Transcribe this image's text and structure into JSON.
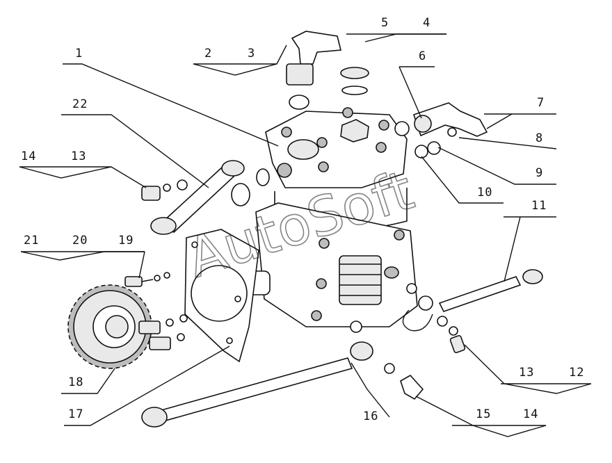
{
  "watermark": "AutoSoft",
  "callouts": [
    {
      "id": "c1",
      "text": "1"
    },
    {
      "id": "c2",
      "text": "2"
    },
    {
      "id": "c3",
      "text": "3"
    },
    {
      "id": "c4",
      "text": "4"
    },
    {
      "id": "c5",
      "text": "5"
    },
    {
      "id": "c6",
      "text": "6"
    },
    {
      "id": "c7",
      "text": "7"
    },
    {
      "id": "c8",
      "text": "8"
    },
    {
      "id": "c9",
      "text": "9"
    },
    {
      "id": "c10",
      "text": "10"
    },
    {
      "id": "c11",
      "text": "11"
    },
    {
      "id": "c12",
      "text": "12"
    },
    {
      "id": "c13a",
      "text": "13"
    },
    {
      "id": "c13b",
      "text": "13"
    },
    {
      "id": "c14a",
      "text": "14"
    },
    {
      "id": "c14b",
      "text": "14"
    },
    {
      "id": "c15",
      "text": "15"
    },
    {
      "id": "c16",
      "text": "16"
    },
    {
      "id": "c17",
      "text": "17"
    },
    {
      "id": "c18",
      "text": "18"
    },
    {
      "id": "c19",
      "text": "19"
    },
    {
      "id": "c20",
      "text": "20"
    },
    {
      "id": "c21",
      "text": "21"
    },
    {
      "id": "c22",
      "text": "22"
    }
  ]
}
